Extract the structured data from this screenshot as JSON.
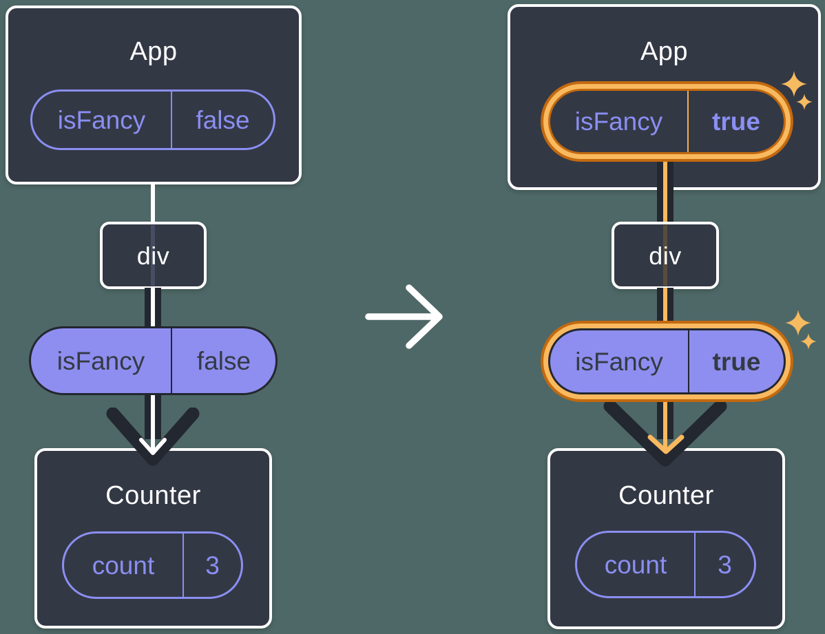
{
  "before": {
    "app": {
      "title": "App",
      "state_pill": {
        "name": "isFancy",
        "value": "false"
      }
    },
    "div_tag": {
      "label": "div"
    },
    "prop_pill": {
      "name": "isFancy",
      "value": "false"
    },
    "counter": {
      "title": "Counter",
      "state_pill": {
        "name": "count",
        "value": "3"
      }
    }
  },
  "after": {
    "app": {
      "title": "App",
      "state_pill": {
        "name": "isFancy",
        "value": "true"
      }
    },
    "div_tag": {
      "label": "div"
    },
    "prop_pill": {
      "name": "isFancy",
      "value": "true"
    },
    "counter": {
      "title": "Counter",
      "state_pill": {
        "name": "count",
        "value": "3"
      }
    }
  },
  "icons": {
    "transition": "right-arrow-icon",
    "flow_arrowhead": "arrowhead-down-icon",
    "highlight": "sparkle-icon"
  },
  "colors": {
    "background": "#4E6867",
    "card": "#333845",
    "ink": "#23272F",
    "purple": "#8A8FF2",
    "purple_fill": "#8E8EF0",
    "orange_bright": "#F9B95F",
    "orange_dark": "#C2690F",
    "sparkle": "#F6BA61",
    "white": "#FFFFFF"
  }
}
